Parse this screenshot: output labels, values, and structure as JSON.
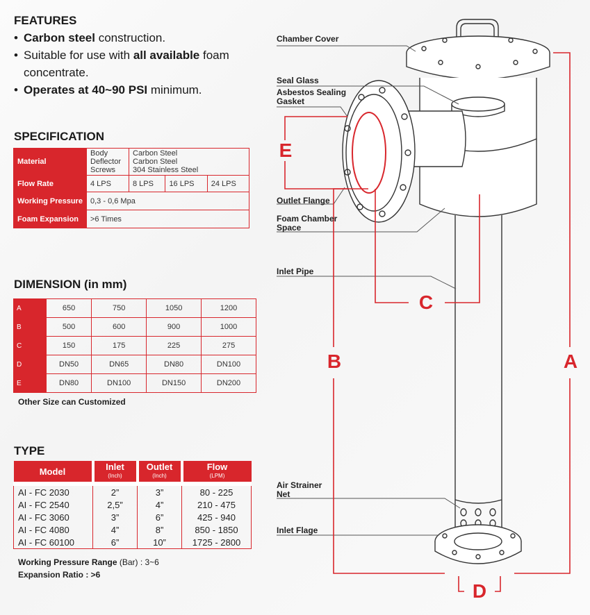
{
  "features": {
    "heading": "FEATURES",
    "items": [
      {
        "bold_a": "Carbon steel",
        "text_a": " construction.",
        "bold_b": "",
        "text_b": ""
      },
      {
        "bold_a": "",
        "text_a": "Suitable for use with ",
        "bold_b": "all available",
        "text_b": " foam concentrate."
      },
      {
        "bold_a": "Operates at 40~90 PSI",
        "text_a": " minimum.",
        "bold_b": "",
        "text_b": ""
      }
    ]
  },
  "specification": {
    "heading": "SPECIFICATION",
    "material": {
      "label": "Material",
      "parts": [
        "Body",
        "Deflector",
        "Screws"
      ],
      "values": [
        "Carbon Steel",
        "Carbon Steel",
        "304 Stainless Steel"
      ]
    },
    "flow_rate": {
      "label": "Flow Rate",
      "values": [
        "4 LPS",
        "8 LPS",
        "16 LPS",
        "24 LPS"
      ]
    },
    "working_pressure": {
      "label": "Working Pressure",
      "value": "0,3 - 0,6 Mpa"
    },
    "foam_expansion": {
      "label": "Foam Expansion",
      "value": ">6 Times"
    }
  },
  "dimension": {
    "heading": "DIMENSION (in mm)",
    "rows": [
      {
        "label": "A",
        "values": [
          "650",
          "750",
          "1050",
          "1200"
        ]
      },
      {
        "label": "B",
        "values": [
          "500",
          "600",
          "900",
          "1000"
        ]
      },
      {
        "label": "C",
        "values": [
          "150",
          "175",
          "225",
          "275"
        ]
      },
      {
        "label": "D",
        "values": [
          "DN50",
          "DN65",
          "DN80",
          "DN100"
        ]
      },
      {
        "label": "E",
        "values": [
          "DN80",
          "DN100",
          "DN150",
          "DN200"
        ]
      }
    ],
    "note": "Other Size can Customized"
  },
  "type": {
    "heading": "TYPE",
    "headers": {
      "model": "Model",
      "inlet": "Inlet",
      "inlet_unit": "(Inch)",
      "outlet": "Outlet",
      "outlet_unit": "(Inch)",
      "flow": "Flow",
      "flow_unit": "(LPM)"
    },
    "rows": [
      {
        "model": "AI - FC 2030",
        "inlet": "2”",
        "outlet": "3”",
        "flow": "80 - 225"
      },
      {
        "model": "AI - FC 2540",
        "inlet": "2,5”",
        "outlet": "4”",
        "flow": "210 - 475"
      },
      {
        "model": "AI - FC 3060",
        "inlet": "3”",
        "outlet": "6”",
        "flow": "425 - 940"
      },
      {
        "model": "AI - FC 4080",
        "inlet": "4”",
        "outlet": "8”",
        "flow": "850 - 1850"
      },
      {
        "model": "AI - FC 60100",
        "inlet": "6”",
        "outlet": "10”",
        "flow": "1725 - 2800"
      }
    ],
    "pressure_label": "Working Pressure Range",
    "pressure_unit": " (Bar) : 3~6",
    "expansion": "Expansion Ratio : >6"
  },
  "diagram": {
    "labels": {
      "chamber_cover": "Chamber Cover",
      "seal_glass": "Seal Glass",
      "asbestos": "Asbestos Sealing",
      "gasket": "Gasket",
      "outlet_flange": "Outlet Flange",
      "foam_chamber": "Foam Chamber",
      "space": "Space",
      "inlet_pipe": "Inlet Pipe",
      "air_strainer": "Air Strainer",
      "net": "Net",
      "inlet_flage": "Inlet Flage"
    },
    "dims": {
      "a": "A",
      "b": "B",
      "c": "C",
      "d": "D",
      "e": "E"
    },
    "accent_color": "#d8262c"
  }
}
